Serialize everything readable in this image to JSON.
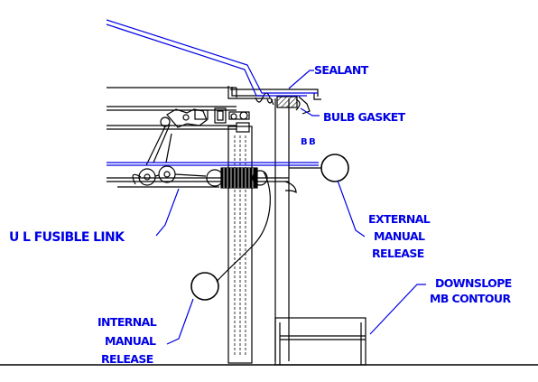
{
  "diagram": {
    "labels": {
      "sealant": "SEALANT",
      "bulb_gasket": "BULB GASKET",
      "b_b": "B B",
      "fusible_link": "U L FUSIBLE LINK",
      "external_release": [
        "EXTERNAL",
        "MANUAL",
        "RELEASE"
      ],
      "internal_release": [
        "INTERNAL",
        "MANUAL",
        "RELEASE"
      ],
      "downslope": [
        "DOWNSLOPE",
        "MB CONTOUR"
      ]
    },
    "colors": {
      "linework": "#000000",
      "annotation": "#0000e6"
    }
  }
}
